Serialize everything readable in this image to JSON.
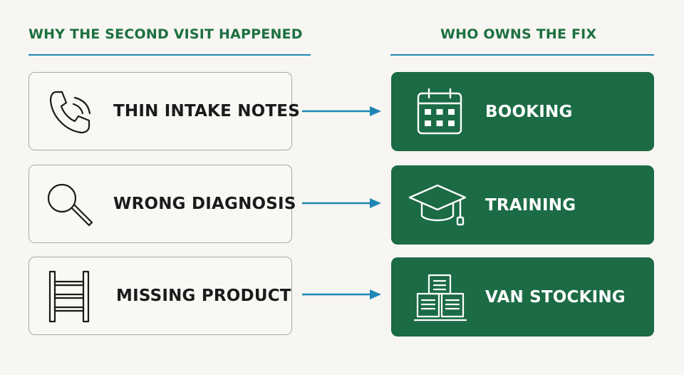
{
  "headers": {
    "causes": "WHY THE SECOND VISIT HAPPENED",
    "owners": "WHO OWNS THE FIX"
  },
  "rows": [
    {
      "cause": {
        "label": "THIN INTAKE NOTES",
        "icon": "phone-icon"
      },
      "owner": {
        "label": "BOOKING",
        "icon": "calendar-icon"
      }
    },
    {
      "cause": {
        "label": "WRONG DIAGNOSIS",
        "icon": "magnifier-icon"
      },
      "owner": {
        "label": "TRAINING",
        "icon": "graduation-cap-icon"
      }
    },
    {
      "cause": {
        "label": "MISSING PRODUCT",
        "icon": "shelving-icon"
      },
      "owner": {
        "label": "VAN STOCKING",
        "icon": "stacked-boxes-icon"
      }
    }
  ],
  "colors": {
    "header_text": "#1c7040",
    "rule": "#1f86b4",
    "arrow": "#1f86b4",
    "owner_fill": "#1b6b45",
    "cause_border": "#a9a9a9",
    "background": "#f7f6f2"
  }
}
